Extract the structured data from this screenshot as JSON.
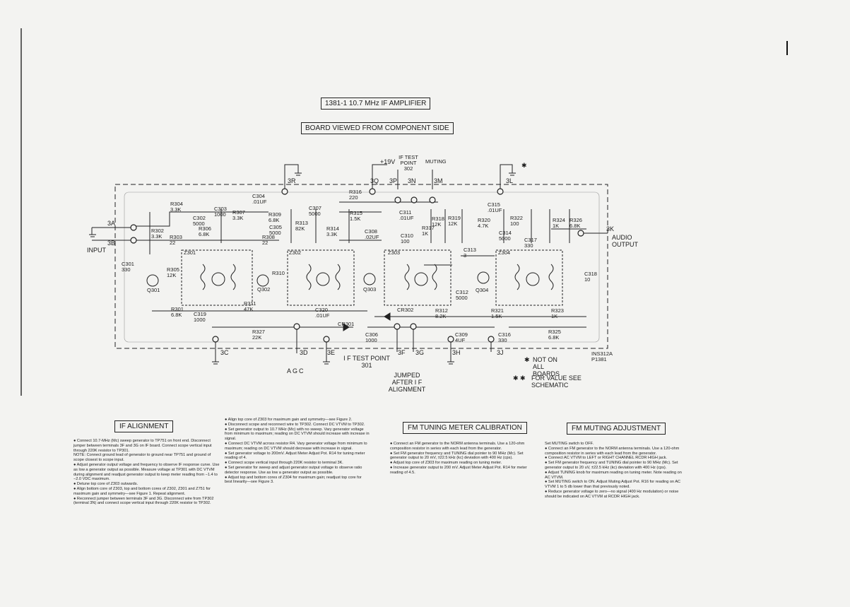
{
  "title": "1381-1 10.7 MHz IF AMPLIFIER",
  "subtitle": "BOARD VIEWED FROM COMPONENT SIDE",
  "terminals": {
    "t3A": "3A",
    "t3B": "3B",
    "t3C": "3C",
    "t3D": "3D",
    "t3E": "3E",
    "t3F": "3F",
    "t3G": "3G",
    "t3H": "3H",
    "t3J": "3J",
    "t3K": "3K",
    "t3L": "3L",
    "t3M": "3M",
    "t3N": "3N",
    "t3P": "3P",
    "t3Q": "3Q",
    "t3R": "3R"
  },
  "signals": {
    "input": "INPUT",
    "audio_output": "AUDIO OUTPUT",
    "v19": "+19V",
    "if_test_point_302": "IF TEST POINT 302",
    "muting": "MUTING",
    "agc": "AGC",
    "if_test_point_301": "I F TEST POINT 301",
    "jumped": "JUMPED AFTER I F ALIGNMENT"
  },
  "components": [
    "R304 3.3K",
    "C302 5000",
    "R306 6.8K",
    "C303 1000",
    "R307 3.3K",
    "C304 .01UF",
    "R309 6.8K",
    "C305 5000",
    "R308 22",
    "R302 3.3K",
    "R303 22",
    "C301 330",
    "R305 12K",
    "Q301",
    "Z301",
    "Q302",
    "R310",
    "Z302",
    "R313 82K",
    "R314 3.3K",
    "C307 5000",
    "R316 220",
    "R315 1.5K",
    "C311 .01UF",
    "C308 .02UF",
    "C310 100",
    "Q303",
    "Z303",
    "R317 1K",
    "R318 12K",
    "R319 12K",
    "R320 4.7K",
    "C315 .01UF",
    "C314 5000",
    "R322 100",
    "C317 330",
    "R324 1K",
    "R326 6.8K",
    "C313 3",
    "Z304",
    "Q304",
    "C312 5000",
    "C318 10",
    "R301 6.8K",
    "C319 1000",
    "R311 47K",
    "C320 .01UF",
    "R327 22K",
    "CR301",
    "C306 1000",
    "CR302",
    "R312 8.2K",
    "C309 4UF",
    "R321 1.5K",
    "C316 330",
    "R323 1K",
    "R325 6.8K"
  ],
  "part_number": "INS312A P1381",
  "notes": {
    "not_on_all": "NOT ON ALL BOARDS",
    "for_value": "FOR VALUE SEE SCHEMATIC"
  },
  "sections": {
    "if_alignment": {
      "title": "IF ALIGNMENT",
      "col1": [
        "● Connect 10.7-MHz (Mc) sweep generator to TP751 on front end. Disconnect jumper between terminals 3F and 3G on IF board. Connect scope vertical input through 220K resistor to TP301.",
        "NOTE: Connect ground lead of generator to ground near TP751 and ground of scope closest to scope input.",
        "● Adjust generator output voltage and frequency to observe IF response curve. Use as low a generator output as possible. Measure voltage at TP301 with DC VTVM during alignment and readjust generator output to keep meter reading from −1.4 to −2.0 VDC maximum.",
        "● Detune top core of Z303 outwards.",
        "● Align bottom core of Z303, top and bottom cores of Z302, Z301 and Z751 for maximum gain and symmetry—see Figure 1. Repeat alignment.",
        "● Reconnect jumper between terminals 3F and 3G. Disconnect wire from TP302 (terminal 3N) and connect scope vertical input through 220K resistor to TP302."
      ],
      "col2": [
        "● Align top core of Z303 for maximum gain and symmetry—see Figure 2.",
        "● Disconnect scope and reconnect wire to TP302. Connect DC VTVM to TP302.",
        "● Set generator output to 10.7 MHz (Mc) with no sweep. Vary generator voltage from minimum to maximum; reading on DC VTVM should increase with increase in signal.",
        "● Connect DC VTVM across resistor R4. Vary generator voltage from minimum to maximum; reading on DC VTVM should decrease with increase in signal.",
        "● Set generator voltage to 200mV. Adjust Meter Adjust Pot. R14 for tuning meter reading of 4.",
        "● Connect scope vertical input through 220K resistor to terminal 3K.",
        "● Set generator for sweep and adjust generator output voltage to observe ratio detector response. Use as low a generator output as possible.",
        "● Adjust top and bottom cores of Z304 for maximum gain; readjust top core for best linearity—see Figure 3."
      ]
    },
    "fm_tuning": {
      "title": "FM TUNING METER CALIBRATION",
      "body": [
        "● Connect an FM generator to the NORM antenna terminals. Use a 120-ohm composition resistor in series with each lead from the generator.",
        "● Set FM generator frequency and TUNING dial pointer to 90 MHz (Mc). Set generator output to 20 mV, ±22.5 kHz (kc) deviation with 400 Hz (cps).",
        "● Adjust top core of Z303 for maximum reading on tuning meter.",
        "● Increase generator output to 200 mV. Adjust Meter Adjust Pot. R14 for meter reading of 4.5."
      ]
    },
    "fm_muting": {
      "title": "FM MUTING ADJUSTMENT",
      "body": [
        "Set MUTING switch to OFF.",
        "● Connect an FM generator to the NORM antenna terminals. Use a 120-ohm composition resistor in series with each lead from the generator.",
        "● Connect AC VTVM to LEFT or RIGHT CHANNEL RCDR HIGH jack.",
        "● Set FM generator frequency and TUNING dial pointer to 90 MHz (Mc). Set generator output to 20 uV, ±22.5 kHz (kc) deviation with 400 Hz (cps).",
        "● Adjust TUNING knob for maximum reading on tuning meter. Note reading on AC VTVM.",
        "● Set MUTING switch to ON. Adjust Muting Adjust Pot. R16 for reading on AC VTVM 1 to 5 db lower than that previously noted.",
        "● Reduce generator voltage to zero—no signal (400 Hz modulation) or noise should be indicated on AC VTVM at RCDR HIGH jack."
      ]
    }
  }
}
